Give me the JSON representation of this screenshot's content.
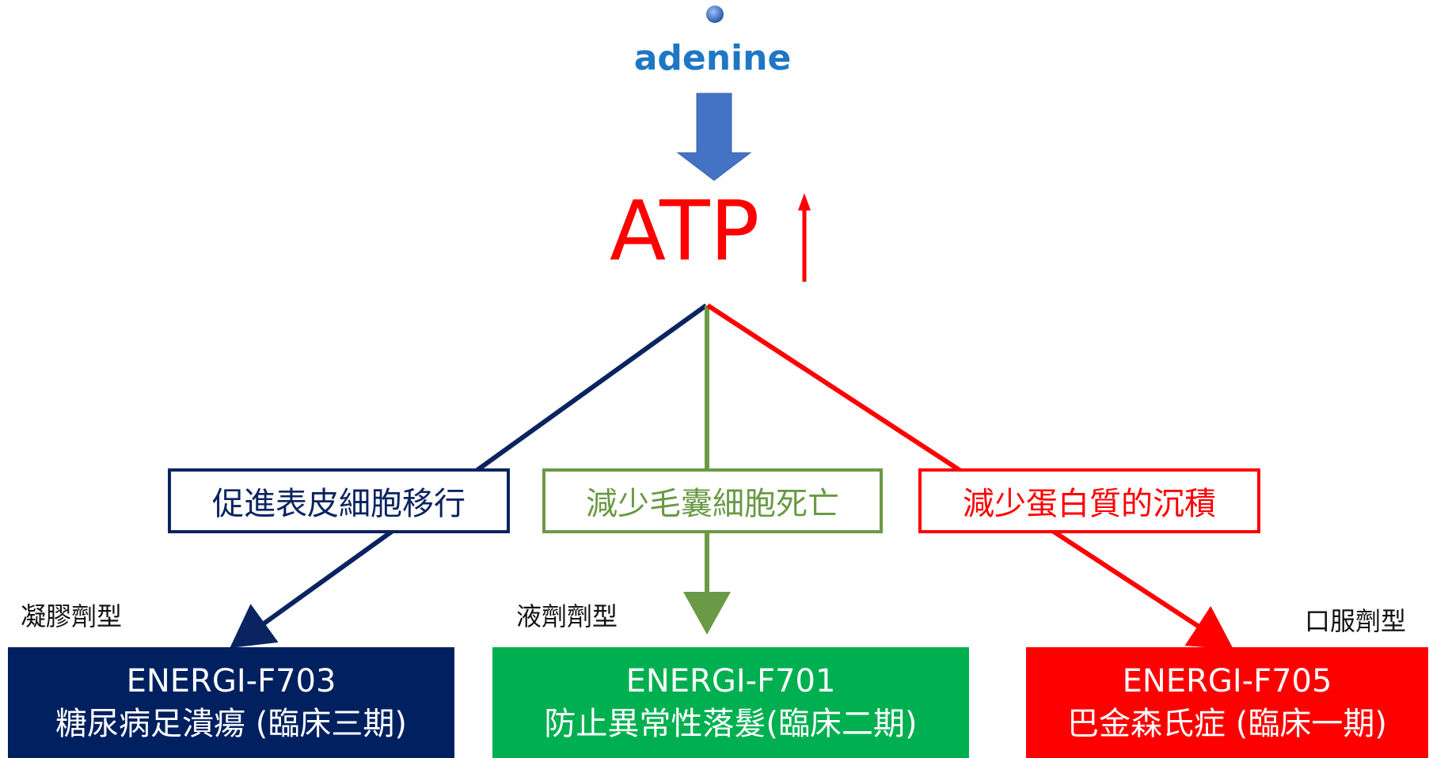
{
  "source": {
    "label": "adenine"
  },
  "target": {
    "label": "ATP"
  },
  "effects": [
    {
      "label": "促進表皮細胞移行",
      "color": "#0b2461"
    },
    {
      "label": "減少毛囊細胞死亡",
      "color": "#6a9a45"
    },
    {
      "label": "減少蛋白質的沉積",
      "color": "#ff0000"
    }
  ],
  "formulations": [
    {
      "label": "凝膠劑型"
    },
    {
      "label": "液劑劑型"
    },
    {
      "label": "口服劑型"
    }
  ],
  "products": [
    {
      "code": "ENERGI-F703",
      "indication": "糖尿病足潰瘍 (臨床三期)",
      "color": "#002060"
    },
    {
      "code": "ENERGI-F701",
      "indication": "防止異常性落髮(臨床二期)",
      "color": "#00b050"
    },
    {
      "code": "ENERGI-F705",
      "indication": "巴金森氏症 (臨床一期)",
      "color": "#ff0000"
    }
  ],
  "colors": {
    "atp": "#ff0000",
    "down_arrow": "#4472c4",
    "source_dot": "#2e5ea8"
  }
}
